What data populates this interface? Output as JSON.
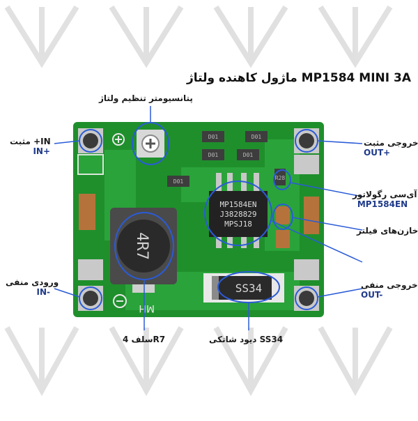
{
  "title": "ماژول کاهنده ولتاژ MP1584 MINI 3A",
  "labels": {
    "pot": "پتانسیومتر تنظیم ولتاژ",
    "in_pos_fa": "مثبت +IN",
    "in_pos_en": "IN+",
    "in_neg_fa": "ورودی منفی",
    "in_neg_en": "IN-",
    "out_pos_fa": "خروجی مثبت",
    "out_pos_en": "OUT+",
    "ic_fa": "آی‌سی رگولاتور",
    "ic_en": "MP1584EN",
    "caps": "خازن‌های فیلتر",
    "out_neg_fa": "خروجی منفی",
    "out_neg_en": "OUT-",
    "inductor": "سلف 4R7",
    "diode": "دیود شاتکی SS34"
  },
  "board_text": {
    "inductor_mark": "4R7",
    "ic_line1": "MP1584EN",
    "ic_line2": "J3828829",
    "ic_line3": "MPSJ18",
    "diode_mark": "SS34",
    "r1": "D01",
    "r2": "D01",
    "r3": "D01",
    "r4": "D01",
    "r5": "D01",
    "small_ic": "R28",
    "silk": "MH",
    "minus_sign": "−"
  },
  "colors": {
    "pcb": "#1f8f2c",
    "pcb_dark": "#176e20",
    "annotation": "#2a5bd7"
  }
}
